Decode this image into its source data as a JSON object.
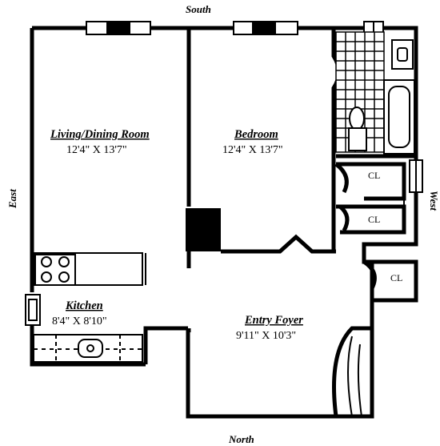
{
  "compass": {
    "top": "South",
    "bottom": "North",
    "left": "East",
    "right": "West"
  },
  "rooms": {
    "living": {
      "name": "Living/Dining Room",
      "dims": "12'4\" X 13'7\""
    },
    "bedroom": {
      "name": "Bedroom",
      "dims": "12'4\" X 13'7\""
    },
    "kitchen": {
      "name": "Kitchen",
      "dims": "8'4\" X 8'10\""
    },
    "foyer": {
      "name": "Entry Foyer",
      "dims": "9'11\" X 10'3\""
    }
  },
  "closets": [
    "CL",
    "CL",
    "CL"
  ]
}
